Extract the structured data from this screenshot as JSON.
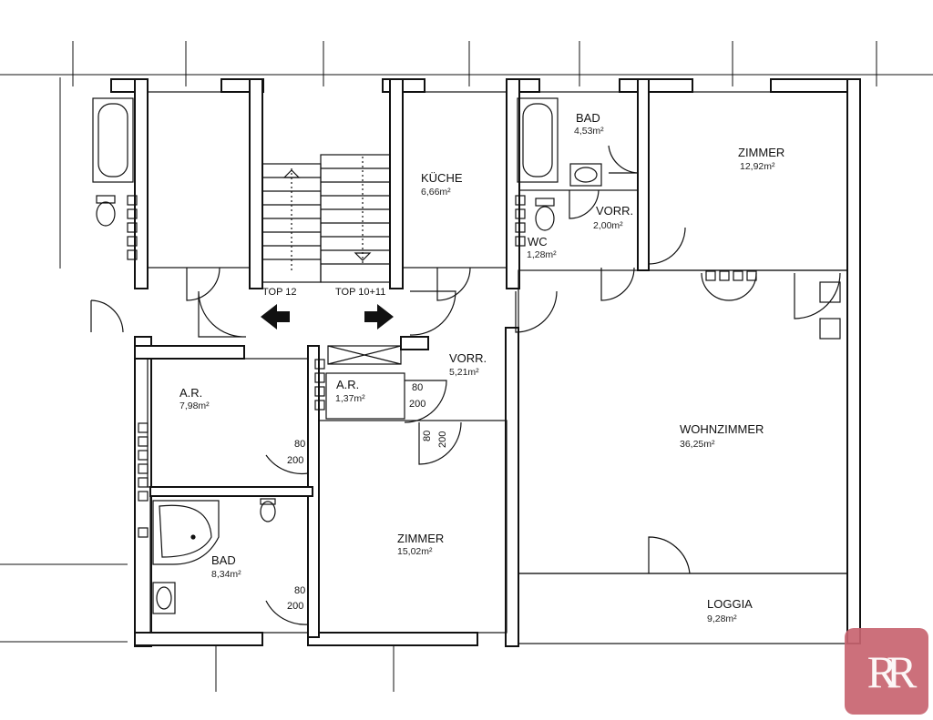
{
  "rooms": {
    "bad_top": {
      "name": "BAD",
      "area": "4,53m²"
    },
    "zimmer_top": {
      "name": "ZIMMER",
      "area": "12,92m²"
    },
    "kueche": {
      "name": "KÜCHE",
      "area": "6,66m²"
    },
    "vorr_small": {
      "name": "VORR.",
      "area": "2,00m²"
    },
    "wc": {
      "name": "WC",
      "area": "1,28m²"
    },
    "ar_large": {
      "name": "A.R.",
      "area": "7,98m²"
    },
    "ar_small": {
      "name": "A.R.",
      "area": "1,37m²"
    },
    "vorr_main": {
      "name": "VORR.",
      "area": "5,21m²"
    },
    "wohnzimmer": {
      "name": "WOHNZIMMER",
      "area": "36,25m²"
    },
    "zimmer_bottom": {
      "name": "ZIMMER",
      "area": "15,02m²"
    },
    "bad_bottom": {
      "name": "BAD",
      "area": "8,34m²"
    },
    "loggia": {
      "name": "LOGGIA",
      "area": "9,28m²"
    }
  },
  "stair_labels": {
    "top12": "TOP 12",
    "top10_11": "TOP 10+11"
  },
  "doors": {
    "w": "80",
    "h": "200"
  },
  "logo": {
    "text": "RR",
    "color": "#c86470"
  }
}
